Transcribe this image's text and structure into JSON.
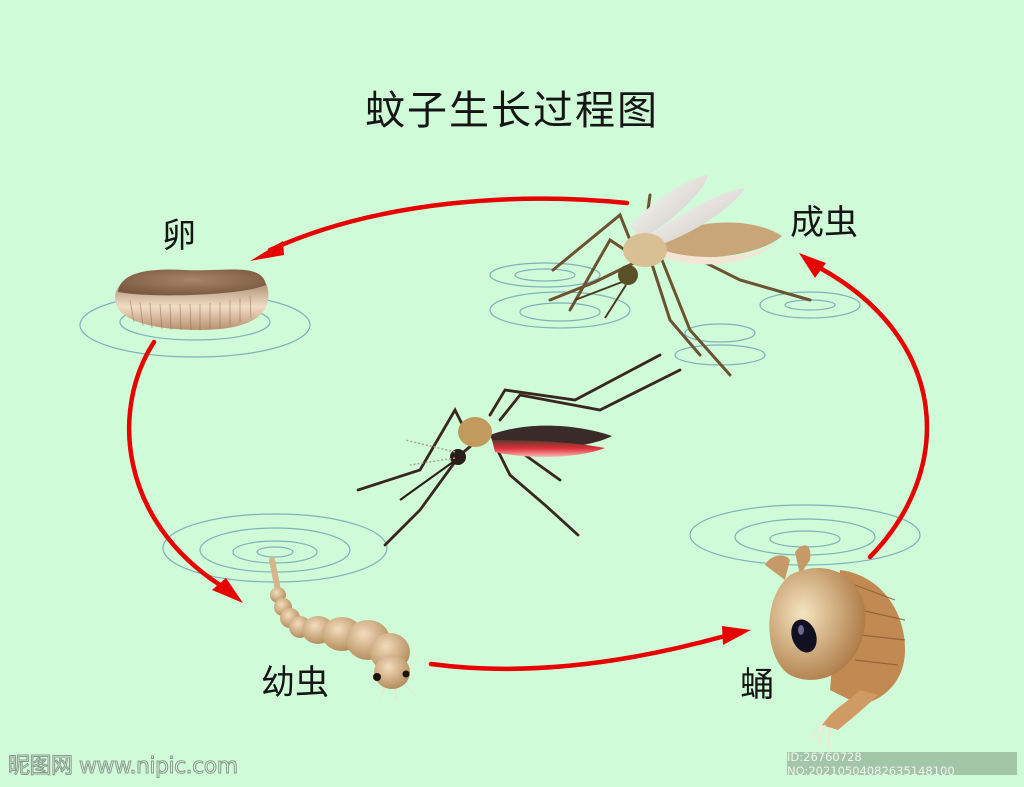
{
  "diagram": {
    "title": "蚊子生长过程图",
    "background_color": "#d0fbd8",
    "arrow_color": "#e60000",
    "stages": [
      {
        "id": "egg",
        "label": "卵",
        "illustration": "egg-raft-icon"
      },
      {
        "id": "larva",
        "label": "幼虫",
        "illustration": "larva-icon"
      },
      {
        "id": "pupa",
        "label": "蛹",
        "illustration": "pupa-icon"
      },
      {
        "id": "adult",
        "label": "成虫",
        "illustration": "adult-mosquito-icon"
      }
    ],
    "cycle_order": [
      "成虫",
      "卵",
      "幼虫",
      "蛹",
      "成虫"
    ],
    "center_illustration": "biting-mosquito-icon"
  },
  "watermark": {
    "site_logo": "昵图网 www.nipic.com",
    "id_text": "ID:26760728 NO:20210504082635148100"
  }
}
